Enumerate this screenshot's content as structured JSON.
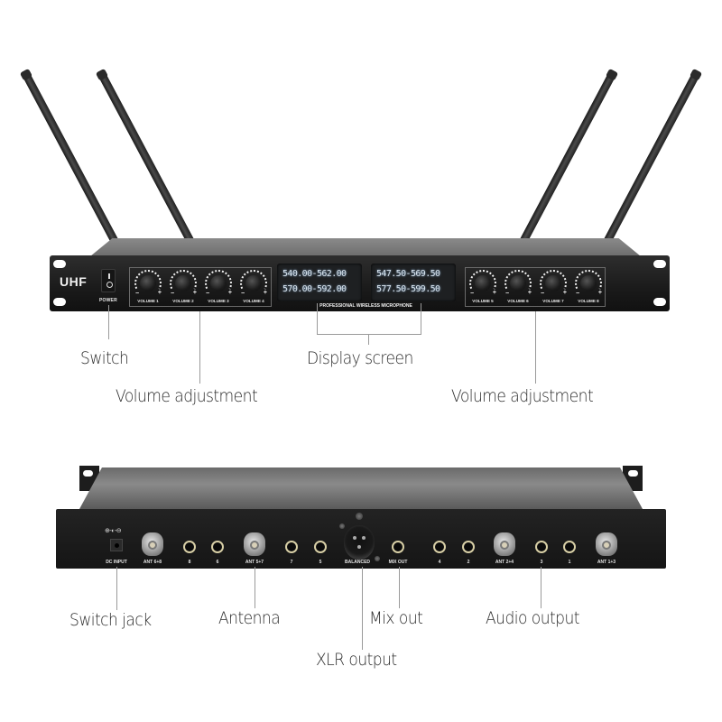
{
  "product": {
    "type": "UHF wireless microphone receiver, 8-channel",
    "front_panel": {
      "brand_label": "UHF",
      "power_label": "POWER",
      "panel_title": "PROFESSIONAL WIRELESS MICROPHONE",
      "knob_minus": "−",
      "knob_plus": "+",
      "volume_knobs_left": [
        {
          "label": "VOLUME 1"
        },
        {
          "label": "VOLUME 2"
        },
        {
          "label": "VOLUME 3"
        },
        {
          "label": "VOLUME 4"
        }
      ],
      "volume_knobs_right": [
        {
          "label": "VOLUME 5"
        },
        {
          "label": "VOLUME 6"
        },
        {
          "label": "VOLUME 7"
        },
        {
          "label": "VOLUME 8"
        }
      ],
      "displays": [
        {
          "line1": "540.00-562.00",
          "line2": "570.00-592.00"
        },
        {
          "line1": "547.50-569.50",
          "line2": "577.50-599.50"
        }
      ]
    },
    "rear_panel": {
      "dc_symbol": "⊕-◐-⊖",
      "connectors": [
        {
          "label": "DC INPUT",
          "kind": "dc"
        },
        {
          "label": "ANT 6+8",
          "kind": "bnc"
        },
        {
          "label": "8",
          "kind": "jack"
        },
        {
          "label": "6",
          "kind": "jack"
        },
        {
          "label": "ANT 5+7",
          "kind": "bnc"
        },
        {
          "label": "7",
          "kind": "jack"
        },
        {
          "label": "5",
          "kind": "jack"
        },
        {
          "label": "BALANCED",
          "kind": "xlr"
        },
        {
          "label": "MIX OUT",
          "kind": "jack"
        },
        {
          "label": "4",
          "kind": "jack"
        },
        {
          "label": "2",
          "kind": "jack"
        },
        {
          "label": "ANT 2+4",
          "kind": "bnc"
        },
        {
          "label": "3",
          "kind": "jack"
        },
        {
          "label": "1",
          "kind": "jack"
        },
        {
          "label": "ANT 1+3",
          "kind": "bnc"
        }
      ]
    }
  },
  "callouts": {
    "front": {
      "switch": "Switch",
      "volume_left": "Volume adjustment",
      "display": "Display screen",
      "volume_right": "Volume adjustment"
    },
    "rear": {
      "switch_jack": "Switch jack",
      "antenna": "Antenna",
      "mix_out": "Mix out",
      "audio_output": "Audio output",
      "xlr_output": "XLR output"
    }
  },
  "colors": {
    "background": "#ffffff",
    "chassis": "#1a1a1a",
    "chassis_top": "#7a7a7a",
    "lcd_text": "#d9e4ee",
    "callout_text": "#2b2b2b",
    "leader_line": "#9a9a9a",
    "jack_ring": "#d8cfa6"
  }
}
